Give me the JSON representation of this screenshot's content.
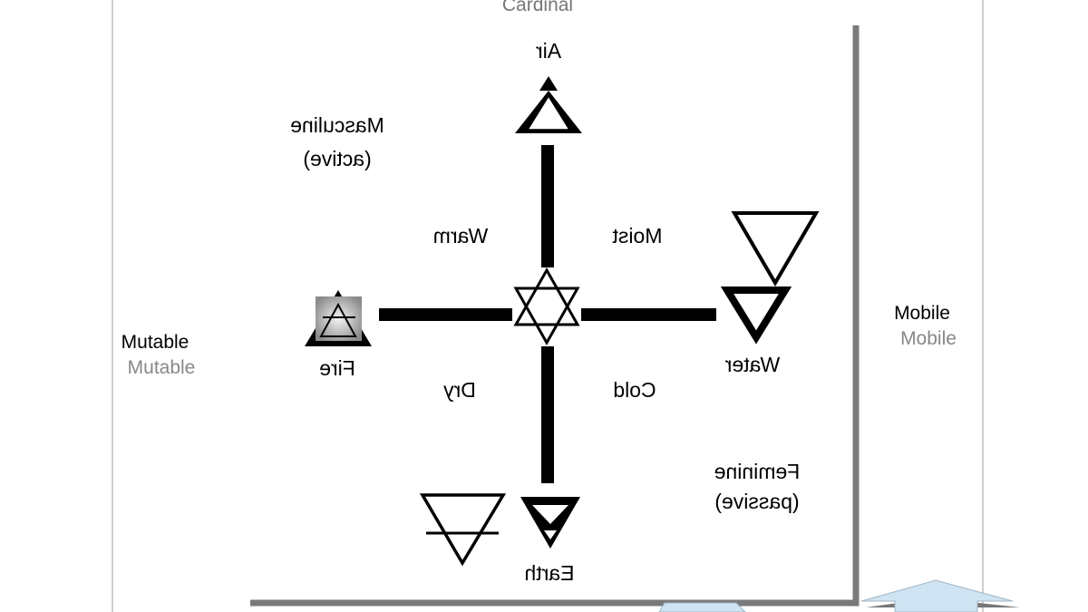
{
  "diagram": {
    "corners": {
      "cardinal": "Cardinal",
      "mutable": "Mutable",
      "mobile": "Mobile"
    },
    "elements": {
      "air": "Air",
      "fire": "Fire",
      "water": "Water",
      "earth": "Earth"
    },
    "qualities": {
      "warm": "Warm",
      "moist": "Moist",
      "dry": "Dry",
      "cold": "Cold"
    },
    "masculine": {
      "line1": "Masculine",
      "line2": "(active)"
    },
    "feminine": {
      "line1": "Feminine",
      "line2": "(passive)"
    },
    "colors": {
      "frame": "#7a7a7a",
      "outline": "#bdbdbd",
      "arrow": "#cfe4f2",
      "ink": "#000000"
    }
  }
}
